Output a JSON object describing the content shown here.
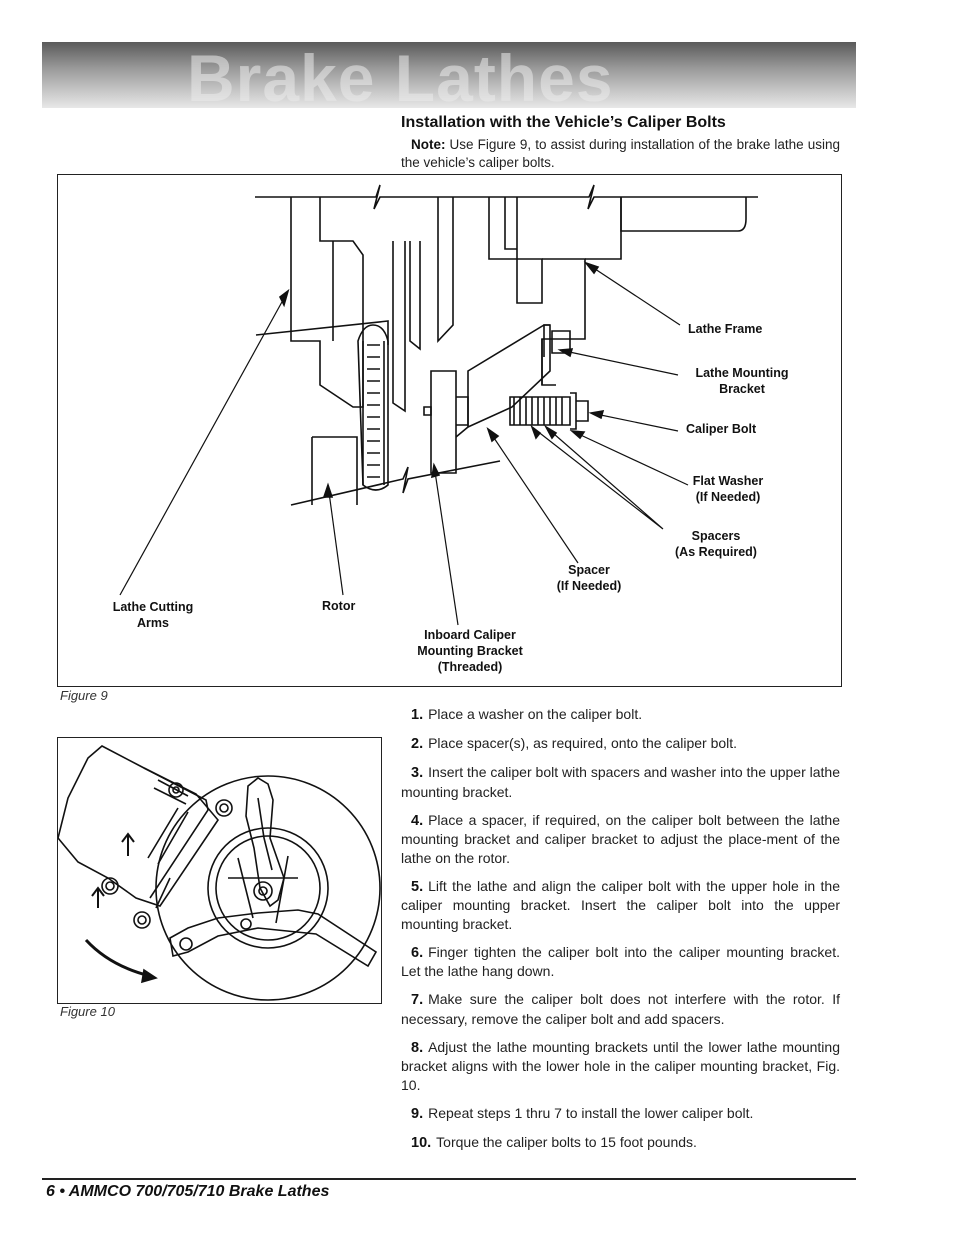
{
  "header": {
    "title": "Brake Lathes"
  },
  "section": {
    "title": "Installation with the Vehicle’s Caliper Bolts",
    "note_label": "Note:",
    "note_text": "Use Figure 9, to assist during installation of the brake lathe using the vehicle’s caliper bolts."
  },
  "figure9": {
    "caption": "Figure 9",
    "labels": {
      "lathe_frame": "Lathe Frame",
      "mounting_bracket_1": "Lathe Mounting",
      "mounting_bracket_2": "Bracket",
      "caliper_bolt": "Caliper Bolt",
      "flat_washer_1": "Flat Washer",
      "flat_washer_2": "(If Needed)",
      "spacers_1": "Spacers",
      "spacers_2": "(As Required)",
      "spacer_1": "Spacer",
      "spacer_2": "(If Needed)",
      "cutting_arms_1": "Lathe Cutting",
      "cutting_arms_2": "Arms",
      "rotor": "Rotor",
      "inboard_1": "Inboard Caliper",
      "inboard_2": "Mounting Bracket",
      "inboard_3": "(Threaded)"
    }
  },
  "figure10": {
    "caption": "Figure 10"
  },
  "steps": [
    {
      "num": "1.",
      "text": "Place a washer on the caliper bolt."
    },
    {
      "num": "2.",
      "text": "Place spacer(s), as required, onto the caliper bolt."
    },
    {
      "num": "3.",
      "text": "Insert the caliper bolt with spacers and washer into the upper lathe mounting bracket."
    },
    {
      "num": "4.",
      "text": "Place a spacer, if required, on the caliper bolt between the lathe mounting bracket and caliper bracket to adjust the place-ment of the lathe on the rotor."
    },
    {
      "num": "5.",
      "text": "Lift the lathe and align the caliper bolt with the upper hole in the caliper mounting bracket. Insert the caliper bolt into the upper mounting bracket."
    },
    {
      "num": "6.",
      "text": "Finger tighten the caliper bolt into the caliper mounting bracket. Let the lathe hang down."
    },
    {
      "num": "7.",
      "text": "Make sure the caliper bolt does not interfere with the rotor. If necessary, remove the caliper bolt and add spacers."
    },
    {
      "num": "8.",
      "text": "Adjust the lathe mounting brackets until the lower lathe mounting bracket aligns with the lower hole in the caliper mounting bracket, Fig. 10."
    },
    {
      "num": "9.",
      "text": "Repeat steps 1 thru 7 to install the lower caliper bolt."
    },
    {
      "num": "10.",
      "text": "Torque the caliper bolts to 15 foot pounds."
    }
  ],
  "footer": {
    "text": "6 • AMMCO 700/705/710 Brake Lathes"
  }
}
